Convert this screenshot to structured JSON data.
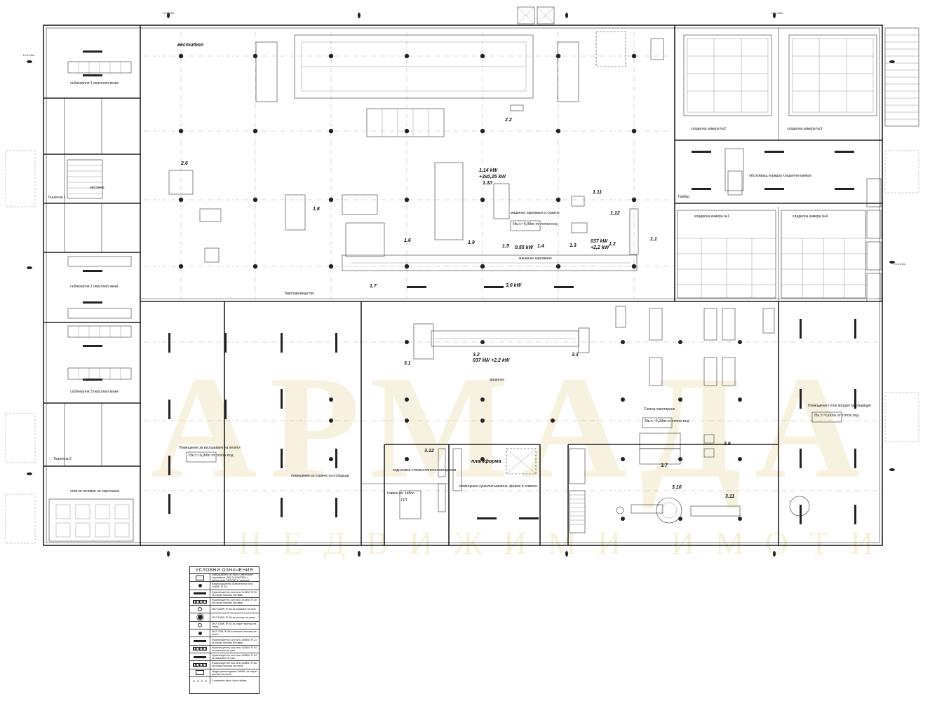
{
  "rooms": {
    "dress_male": "съблекалня 1 персонал мъже",
    "dress_female": "съблекалня 2 персонал жени",
    "dress_male2": "съблекалня 3 персонал мъже",
    "toilet1": "Тоалетна 1",
    "toilet2": "Тоалетна 2",
    "cleaning": "чистачка",
    "canteen": "стая за почивка на персонала",
    "vestibule": "вестибюл",
    "cold1": "хладилна камера №1",
    "cold2": "хладилна камера №2",
    "cold3": "хладилна камера №3",
    "cold4": "хладилна камера №4",
    "service_corridor": "обслужващ коридор хладилни камери",
    "tambour": "Тамбур",
    "steam": "Тероподезвадство",
    "grinding": "Помещение за изсушаване на пелети",
    "packaging": "помещение за сушене на отпадъци",
    "storage": "подготовка стоматологични материали",
    "platform": "платформа",
    "platform_note": "помещение сушилни машини, филма и отвиети",
    "sector": "Сектор пакетиране",
    "shipping": "Помещение готов продукт Експедиция",
    "switchboard": "главно ел. табло",
    "machinery": "машинно",
    "machinery2": "машинно нарязване",
    "machine_area": "машинно нарязване и сушене",
    "grp": "ГРТ"
  },
  "elevations": {
    "h600a": "Нк.т.=6,00m от готов под",
    "h600b": "Нк.т.=6,00m от готов под",
    "h320": "Нк.т.=3,20m от готов под",
    "h600c": "Нк.т.=6,00m от готов под",
    "edge": "Н=4,20m",
    "edge2": "Н=4,20m",
    "edge3": "Н=4,20m",
    "edge4": "Н=4,20m"
  },
  "machines": {
    "p114": "1,14 kW",
    "p3x": "+3x0,25 kW",
    "p110": "1.10",
    "p18": "1.8",
    "p16": "1.6",
    "p17": "1.7",
    "p19": "1.9",
    "p15": "1.5",
    "p055": "0,55 kW",
    "p14": "1.4",
    "p13": "1.3",
    "p037": "037 kW",
    "p22": "+2,2 kW",
    "p12": "1.2",
    "p11": "1.1",
    "p30": "3,0 kW",
    "p111": "1.11",
    "p112": "1.12",
    "p22b": "2.2",
    "p26": "2.6",
    "p31": "3.1",
    "p32": "3.2",
    "p32kw": "037 kW +2,2 kW",
    "p33": "3.3",
    "p312": "3.12",
    "p36": "3.6",
    "p37": "3.7",
    "p310": "3.10",
    "p311": "3.11"
  },
  "watermark": {
    "main": "АРМАДА",
    "sub": "НЕДВИЖИМИ ИМОТИ"
  },
  "legend": {
    "title": "УСЛОВНИ ОЗНАЧЕНИЯ",
    "items": [
      "Евакуационно ос.тяло с автономно захранване (АБ) 2х11W/230V, с пиктограма \"ИЗХОД\" и \"стрелка\"",
      "Взривозащитено осветително тяло 1х60W, IP-54",
      "Луминесцентно осв.тяло 2х18W, IP-20 за открит монтаж на таван",
      "Луминесцентно осв.тяло 4х18W, IP-20 за открит монтаж на таван",
      "МХЛ 250W, IP-65 за окачване на трос",
      "МХЛ 150W, IP-65 за монтаж на таван",
      "МХЛ 150W, IP-65 за открит монтаж на таван",
      "МХЛ 70W, IP-65 за външен монтаж на стена",
      "Луминесцентно осв.тяло 2х58W, IP-21 за открит монтаж на таван",
      "Луминесцентно осв.тяло 2х36W, IP-54 за окачване на трос",
      "Луминесцентно осв.тяло 2х58W, IP-54 за окачване на трос",
      "Луминесцентно осв.тяло 2х58W, IP-66 за открит монтаж на стена",
      "Индустриален димен 2х58W, за открит монтаж на стена",
      "Стоманено въже /трос/ ф6мм"
    ]
  }
}
